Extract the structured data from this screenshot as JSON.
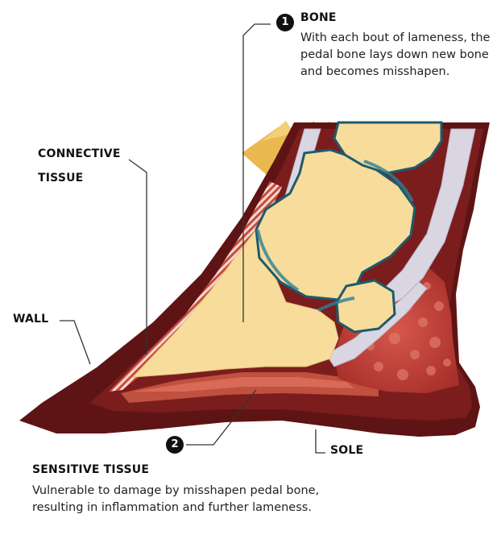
{
  "callouts": {
    "bone": {
      "number": "1",
      "title": "BONE",
      "description": "With each bout of lameness, the pedal bone lays down new bone and becomes misshapen."
    },
    "connective_tissue": {
      "title": "CONNECTIVE TISSUE"
    },
    "wall": {
      "title": "WALL"
    },
    "sole": {
      "title": "SOLE"
    },
    "sensitive_tissue": {
      "number": "2",
      "title": "SENSITIVE TISSUE",
      "description": "Vulnerable to damage by misshapen pedal bone, resulting in inflammation and further lameness."
    }
  },
  "colors": {
    "hoof_wall": "#5e1414",
    "hoof_inner": "#7b1d1d",
    "sensitive_tissue": "#c0503f",
    "digital_cushion": "#b83a32",
    "bone": "#f7dc9c",
    "bone_outline": "#1f5a6b",
    "tendon": "#d9d6e2",
    "hair": "#e9b94f",
    "leader_line": "#333333"
  }
}
